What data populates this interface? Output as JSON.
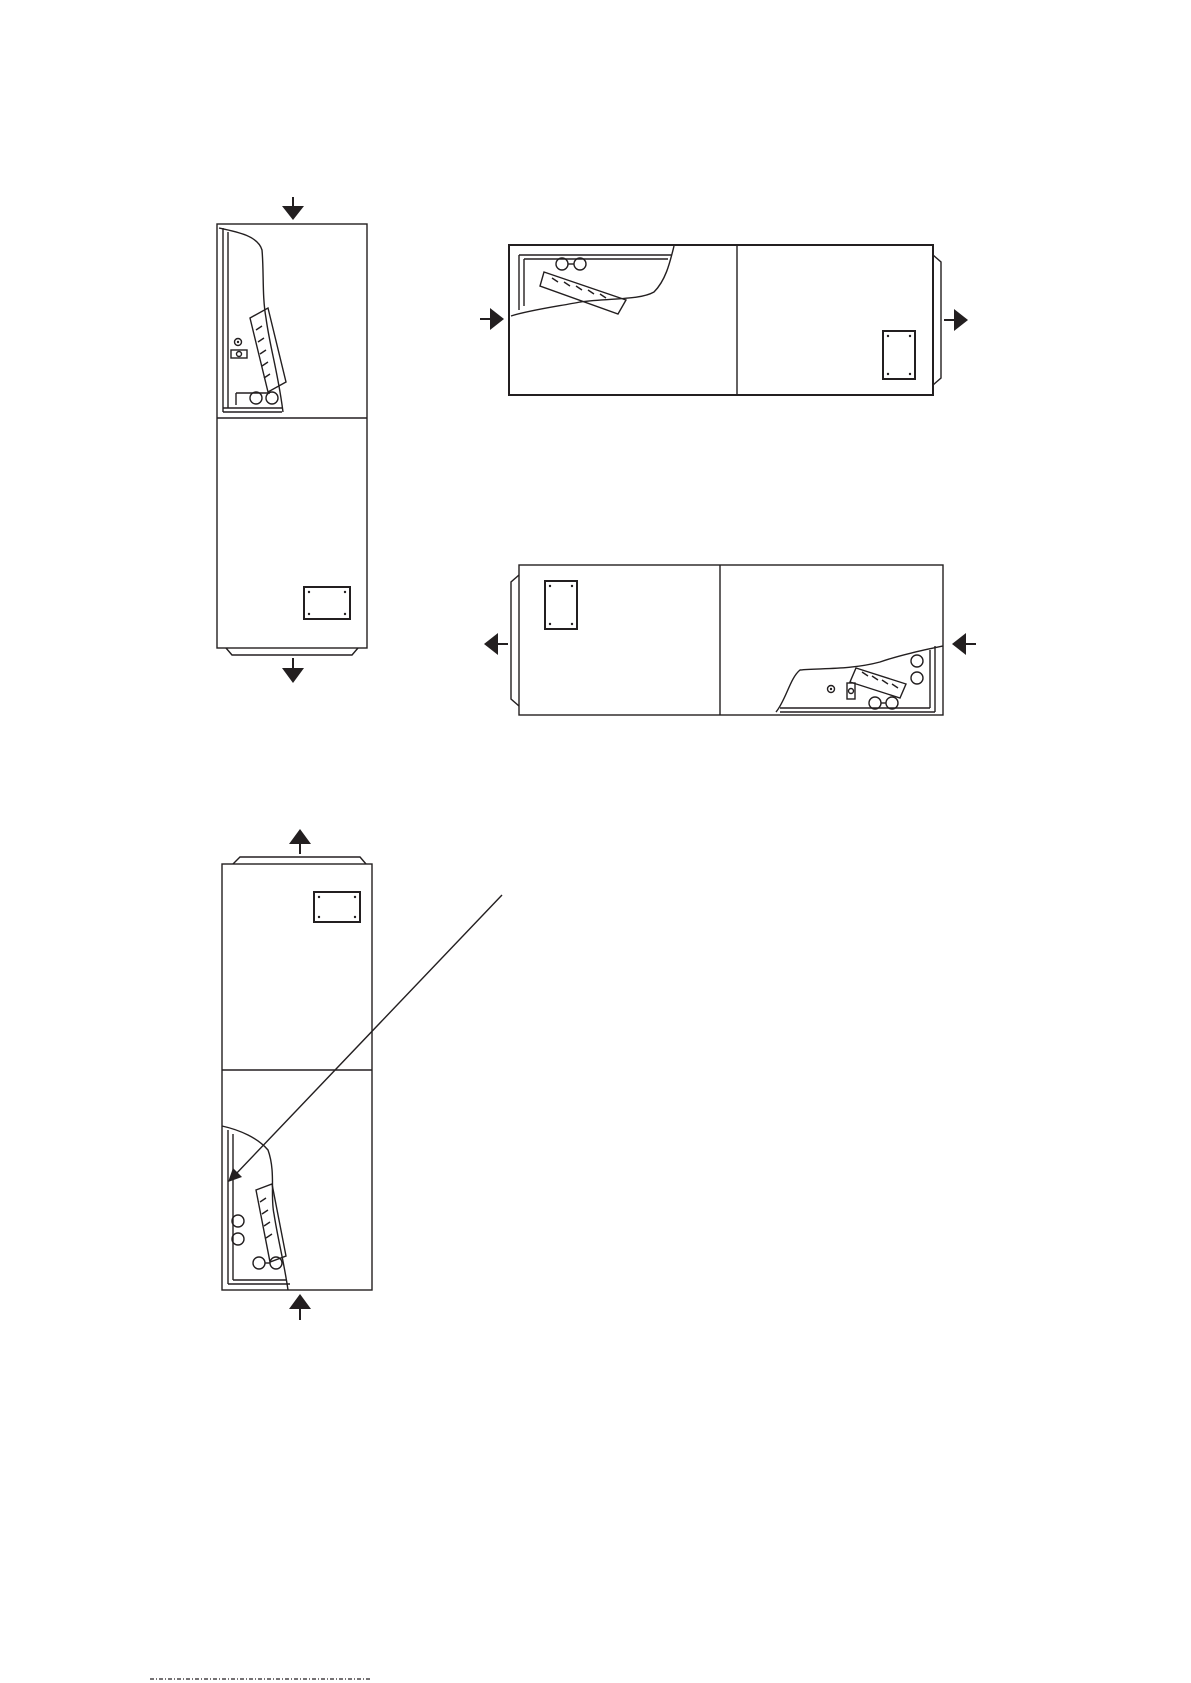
{
  "figure": {
    "description_visible_text": "",
    "colors": {
      "line": "#231f20",
      "background": "#ffffff"
    },
    "views": [
      {
        "id": "upflow-top-left",
        "arrow_in": "down",
        "arrow_out": "down"
      },
      {
        "id": "horizontal-right-top",
        "arrow_in": "right",
        "arrow_out": "right"
      },
      {
        "id": "horizontal-left-middle",
        "arrow_in": "left",
        "arrow_out": "left"
      },
      {
        "id": "upflow-bottom-left",
        "arrow_in": "up",
        "arrow_out": "up"
      }
    ]
  }
}
